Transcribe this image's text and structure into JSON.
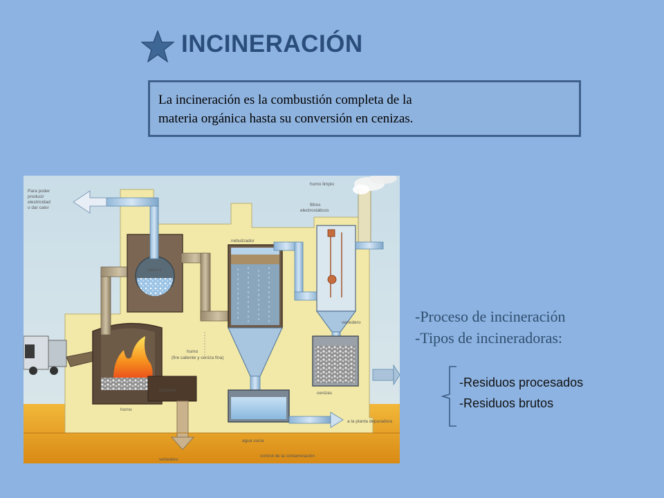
{
  "header": {
    "title": "INCINERACIÓN",
    "star_icon": "star-icon",
    "star_color": "#3f6796"
  },
  "definition": {
    "line1": "La incineración es la combustión completa de la",
    "line2": "materia orgánica hasta su conversión en cenizas."
  },
  "diagram": {
    "labels": {
      "energy": [
        "Para poder",
        "producir",
        "electricidad",
        "o dar calor"
      ],
      "clean_smoke": "humo limpio",
      "filters": [
        "filtros",
        "electrostáticos"
      ],
      "nebulizer": "nebulizador",
      "boiler": "caldera",
      "dump_right": "vertedero",
      "smoke": [
        "humo",
        "(fire caliente y ceniza fina)"
      ],
      "slag": "escorias",
      "furnace": "horno",
      "ashes": "cenizas",
      "water_treatment": "a la planta depuradora",
      "water": "agua sucia",
      "dump_bottom": "vertedero",
      "pollution_control": "control de la contaminación"
    }
  },
  "topics": {
    "item1": "-Proceso de incineración",
    "item2": "-Tipos de incineradoras:"
  },
  "types": {
    "item1": "-Residuos procesados",
    "item2": "-Residuos brutos"
  }
}
